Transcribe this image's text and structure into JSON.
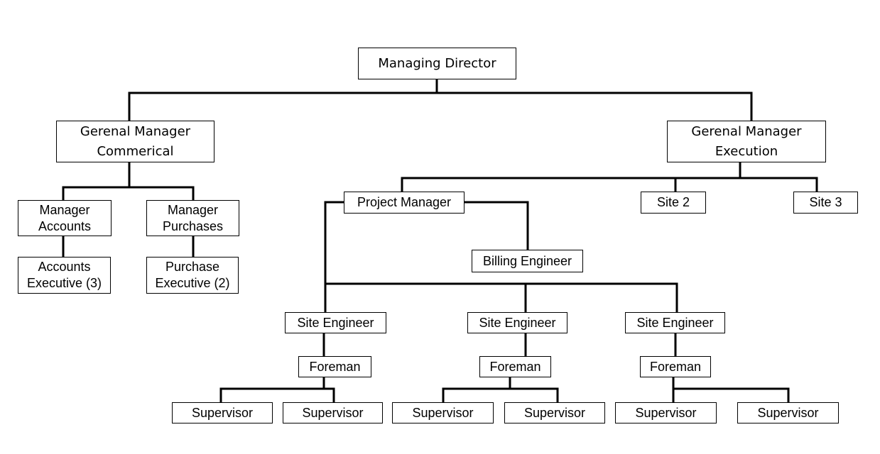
{
  "nodes": {
    "managing_director": "Managing Director",
    "gm_commercial": "Gerenal Manager\nCommerical",
    "gm_execution": "Gerenal Manager\nExecution",
    "manager_accounts": "Manager\nAccounts",
    "manager_purchases": "Manager\nPurchases",
    "accounts_executive": "Accounts\nExecutive (3)",
    "purchase_executive": "Purchase\nExecutive (2)",
    "project_manager": "Project Manager",
    "site_2": "Site 2",
    "site_3": "Site 3",
    "billing_engineer": "Billing Engineer",
    "site_engineers": [
      "Site Engineer",
      "Site Engineer",
      "Site Engineer"
    ],
    "foremen": [
      "Foreman",
      "Foreman",
      "Foreman"
    ],
    "supervisors": [
      "Supervisor",
      "Supervisor",
      "Supervisor",
      "Supervisor",
      "Supervisor",
      "Supervisor"
    ]
  }
}
